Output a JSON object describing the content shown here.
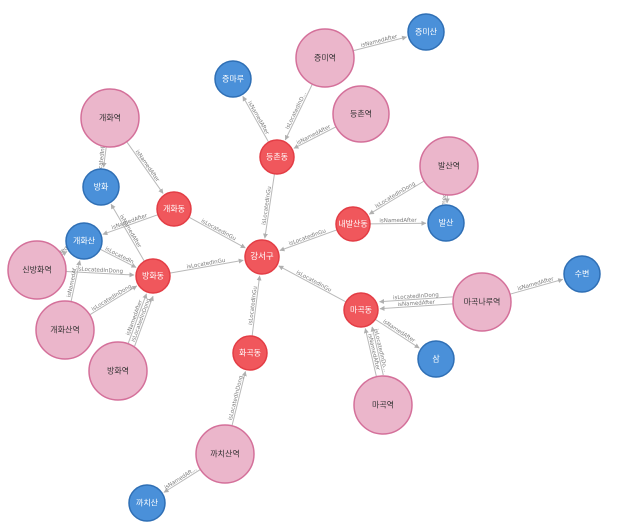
{
  "colors": {
    "station_fill": "#ebb6cb",
    "station_stroke": "#d4709a",
    "dong_fill": "#f0575c",
    "dong_stroke": "#e33d45",
    "origin_fill": "#4a90d9",
    "origin_stroke": "#2f6fb5",
    "edge": "#b9b9b9"
  },
  "nodes": [
    {
      "id": "gangseo",
      "label": "강서구",
      "kind": "gu"
    },
    {
      "id": "deungchon_dong",
      "label": "등촌동",
      "kind": "dong"
    },
    {
      "id": "gaehwa_dong",
      "label": "개화동",
      "kind": "dong"
    },
    {
      "id": "banghwa_dong",
      "label": "방화동",
      "kind": "dong"
    },
    {
      "id": "naebalsan_dong",
      "label": "내발산동",
      "kind": "dong"
    },
    {
      "id": "magok_dong",
      "label": "마곡동",
      "kind": "dong"
    },
    {
      "id": "hwagok_dong",
      "label": "화곡동",
      "kind": "dong"
    },
    {
      "id": "jeungmi_st",
      "label": "증미역",
      "kind": "station"
    },
    {
      "id": "deungchon_st",
      "label": "등촌역",
      "kind": "station"
    },
    {
      "id": "gaehwa_st",
      "label": "개화역",
      "kind": "station"
    },
    {
      "id": "balsan_st",
      "label": "발산역",
      "kind": "station"
    },
    {
      "id": "sinbanghwa_st",
      "label": "신방화역",
      "kind": "station"
    },
    {
      "id": "gaehwasan_st",
      "label": "개화산역",
      "kind": "station"
    },
    {
      "id": "banghwa_st",
      "label": "방화역",
      "kind": "station"
    },
    {
      "id": "magoknaru_st",
      "label": "마곡나루역",
      "kind": "station"
    },
    {
      "id": "magok_st",
      "label": "마곡역",
      "kind": "station"
    },
    {
      "id": "kkachisan_st",
      "label": "까치산역",
      "kind": "station"
    },
    {
      "id": "jeungmisan",
      "label": "증미산",
      "kind": "origin"
    },
    {
      "id": "jeungmaru",
      "label": "증마루",
      "kind": "origin"
    },
    {
      "id": "banghwa_o",
      "label": "방화",
      "kind": "origin"
    },
    {
      "id": "gaehwasan_o",
      "label": "개화산",
      "kind": "origin"
    },
    {
      "id": "balsan_o",
      "label": "발산",
      "kind": "origin"
    },
    {
      "id": "subyeon",
      "label": "수변",
      "kind": "origin"
    },
    {
      "id": "sam",
      "label": "삼",
      "kind": "origin"
    },
    {
      "id": "kkachisan_o",
      "label": "까치산",
      "kind": "origin"
    }
  ],
  "edges": [
    {
      "from": "deungchon_dong",
      "to": "gangseo",
      "label": "isLocatedInGu"
    },
    {
      "from": "gaehwa_dong",
      "to": "gangseo",
      "label": "isLocatedInGu"
    },
    {
      "from": "banghwa_dong",
      "to": "gangseo",
      "label": "isLocatedInGu"
    },
    {
      "from": "naebalsan_dong",
      "to": "gangseo",
      "label": "isLocatedInGu"
    },
    {
      "from": "magok_dong",
      "to": "gangseo",
      "label": "isLocatedInGu"
    },
    {
      "from": "hwagok_dong",
      "to": "gangseo",
      "label": "isLocatedInGu"
    },
    {
      "from": "jeungmi_st",
      "to": "jeungmisan",
      "label": "isNamedAfter"
    },
    {
      "from": "jeungmi_st",
      "to": "deungchon_dong",
      "label": "isLocatedInD..."
    },
    {
      "from": "deungchon_st",
      "to": "deungchon_dong",
      "label": "isNamedAfter"
    },
    {
      "from": "deungchon_dong",
      "to": "jeungmaru",
      "label": "isNamedAfter"
    },
    {
      "from": "gaehwa_st",
      "to": "gaehwa_dong",
      "label": "isNamedAfter"
    },
    {
      "from": "gaehwa_st",
      "to": "banghwa_o",
      "label": "isLocatedInDong"
    },
    {
      "from": "gaehwa_dong",
      "to": "gaehwasan_o",
      "label": "isNamedAfter"
    },
    {
      "from": "balsan_st",
      "to": "naebalsan_dong",
      "label": "isLocatedInDong"
    },
    {
      "from": "balsan_st",
      "to": "balsan_o",
      "label": "isNamedAfter"
    },
    {
      "from": "naebalsan_dong",
      "to": "balsan_o",
      "label": "isNamedAfter"
    },
    {
      "from": "banghwa_dong",
      "to": "banghwa_o",
      "label": "isNamedAfter"
    },
    {
      "from": "gaehwasan_o",
      "to": "banghwa_dong",
      "label": "isLocatedIn"
    },
    {
      "from": "sinbanghwa_st",
      "to": "gaehwasan_o",
      "label": "isNamedAfter"
    },
    {
      "from": "sinbanghwa_st",
      "to": "banghwa_dong",
      "label": "isLocatedInDong"
    },
    {
      "from": "gaehwasan_st",
      "to": "gaehwasan_o",
      "label": "isNamedAf..."
    },
    {
      "from": "gaehwasan_st",
      "to": "banghwa_dong",
      "label": "isLocatedInDong"
    },
    {
      "from": "banghwa_st",
      "to": "banghwa_dong",
      "label": "isNamedAfter"
    },
    {
      "from": "banghwa_st",
      "to": "banghwa_dong",
      "label": "isLocatedInDong"
    },
    {
      "from": "magoknaru_st",
      "to": "magok_dong",
      "label": "isNamedAfter"
    },
    {
      "from": "magoknaru_st",
      "to": "magok_dong",
      "label": "isLocatedInDong"
    },
    {
      "from": "magoknaru_st",
      "to": "subyeon",
      "label": "isNamedAfter"
    },
    {
      "from": "magok_dong",
      "to": "sam",
      "label": "isNamedAfter"
    },
    {
      "from": "magok_st",
      "to": "magok_dong",
      "label": "isNamedAfter"
    },
    {
      "from": "magok_st",
      "to": "magok_dong",
      "label": "isLocatedInDo..."
    },
    {
      "from": "kkachisan_st",
      "to": "hwagok_dong",
      "label": "isLocatedInDong"
    },
    {
      "from": "kkachisan_st",
      "to": "kkachisan_o",
      "label": "isNamedAft..."
    }
  ]
}
